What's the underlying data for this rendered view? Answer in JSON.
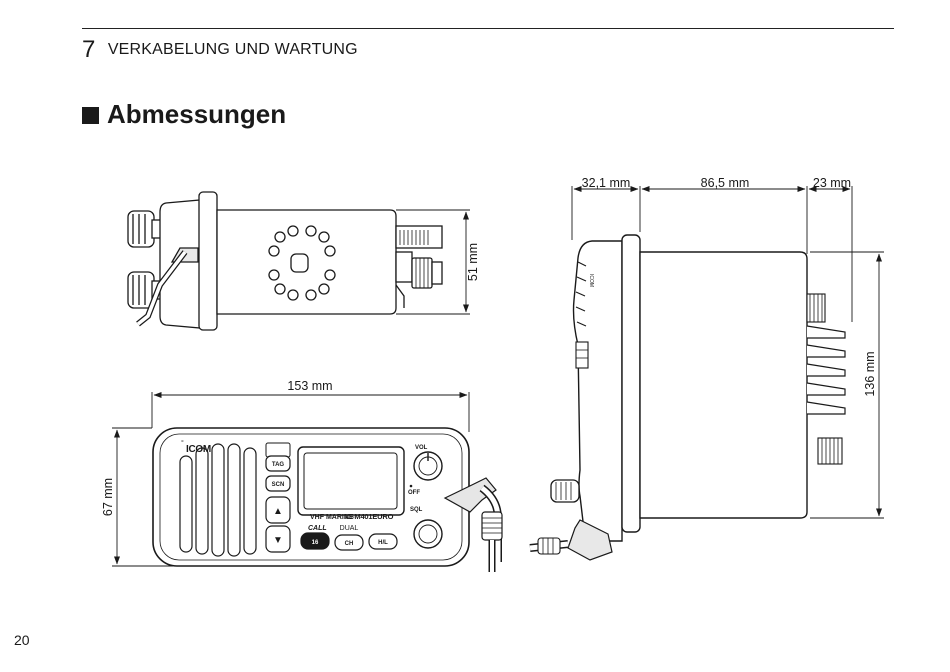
{
  "header": {
    "chapter_number": "7",
    "chapter_title": "VERKABELUNG UND WARTUNG"
  },
  "section": {
    "title": "Abmessungen"
  },
  "dimensions": {
    "height": "51 mm",
    "width": "153 mm",
    "depth_front": "67 mm",
    "depth_a": "32,1 mm",
    "depth_b": "86,5 mm",
    "depth_c": "23 mm",
    "side_height": "136 mm"
  },
  "radio_front": {
    "brand": "ICOM",
    "model": "IC-M401EURO",
    "marine_label": "VHF MARINE",
    "tag_key": "TAG",
    "scn_key": "SCN",
    "up_key": "▲",
    "down_key": "▼",
    "call_label": "CALL",
    "dual_label": "DUAL",
    "call_key": "16",
    "ch_key": "CH",
    "hl_key": "H/L",
    "vol_label": "VOL",
    "off_label": "OFF",
    "sql_label": "SQL"
  },
  "page": {
    "number": "20"
  }
}
